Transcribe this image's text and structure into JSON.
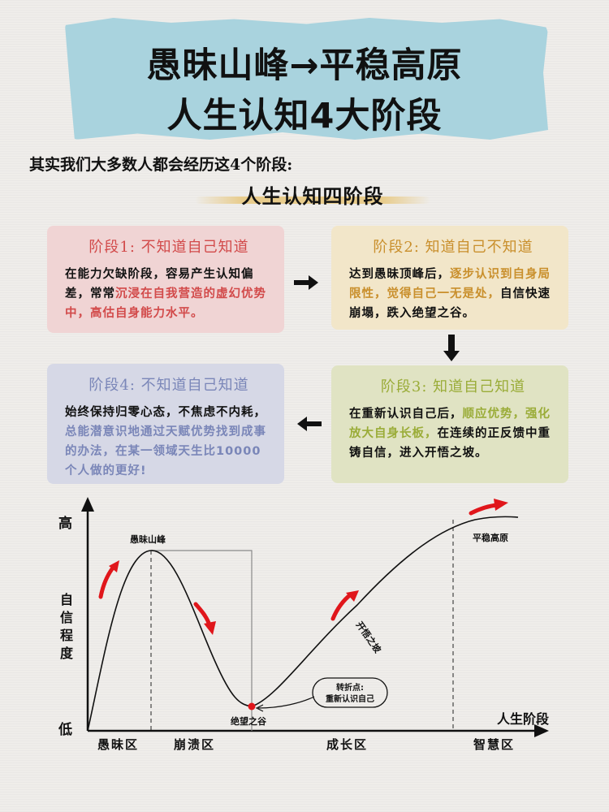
{
  "header": {
    "title_line1": "愚昧山峰→平稳高原",
    "title_line2": "人生认知4大阶段",
    "accent_color": "#a9d3de"
  },
  "intro": "其实我们大多数人都会经历这4个阶段:",
  "subtitle": "人生认知四阶段",
  "stages": [
    {
      "title": "阶段1:  不知道自己知道",
      "body_plain_1": "在能力欠缺阶段，容易产生认知偏差，常常",
      "body_highlight": "沉浸在自我营造的虚幻优势中，高估自身能力水平。",
      "color": "#d24a4a",
      "bg": "#f0d4d4"
    },
    {
      "title": "阶段2:  知道自己不知道",
      "body_plain_1": "达到愚昧顶峰后，",
      "body_highlight": "逐步认识到自身局限性，觉得自己一无是处，",
      "body_plain_2": "自信快速崩塌，跌入绝望之谷。",
      "color": "#c98f2c",
      "bg": "#f2e6c9"
    },
    {
      "title": "阶段3:  知道自己知道",
      "body_plain_1": "在重新认识自己后，",
      "body_highlight": "顺应优势，强化放大自身长板，",
      "body_plain_2": "在连续的正反馈中重铸自信，进入开悟之坡。",
      "color": "#9aac38",
      "bg": "#e0e3c3"
    },
    {
      "title": "阶段4:  不知道自己知道",
      "body_plain_1": "始终保持归零心态，不焦虑不内耗，",
      "body_highlight": "总能潜意识地通过天赋优势找到成事的办法，在某一领域天生比10000个人做的更好!",
      "color": "#7a86b8",
      "bg": "#d6d8e6"
    }
  ],
  "chart_data": {
    "type": "line",
    "title": "",
    "ylabel": "自信程度",
    "xlabel": "人生阶段",
    "y_ticks": [
      "低",
      "高"
    ],
    "zones": [
      "愚昧区",
      "崩溃区",
      "成长区",
      "智慧区"
    ],
    "annotations": {
      "peak": "愚昧山峰",
      "valley": "绝望之谷",
      "slope": "开悟之坡",
      "plateau": "平稳高原",
      "turning_point_line1": "转折点:",
      "turning_point_line2": "重新认识自己"
    },
    "series": [
      {
        "name": "自信程度",
        "x": [
          0,
          10,
          20,
          30,
          40,
          50,
          60,
          70,
          80,
          90,
          100
        ],
        "values": [
          0,
          78,
          95,
          55,
          12,
          20,
          45,
          72,
          90,
          96,
          97
        ]
      }
    ],
    "accent_color": "#e0161b"
  }
}
